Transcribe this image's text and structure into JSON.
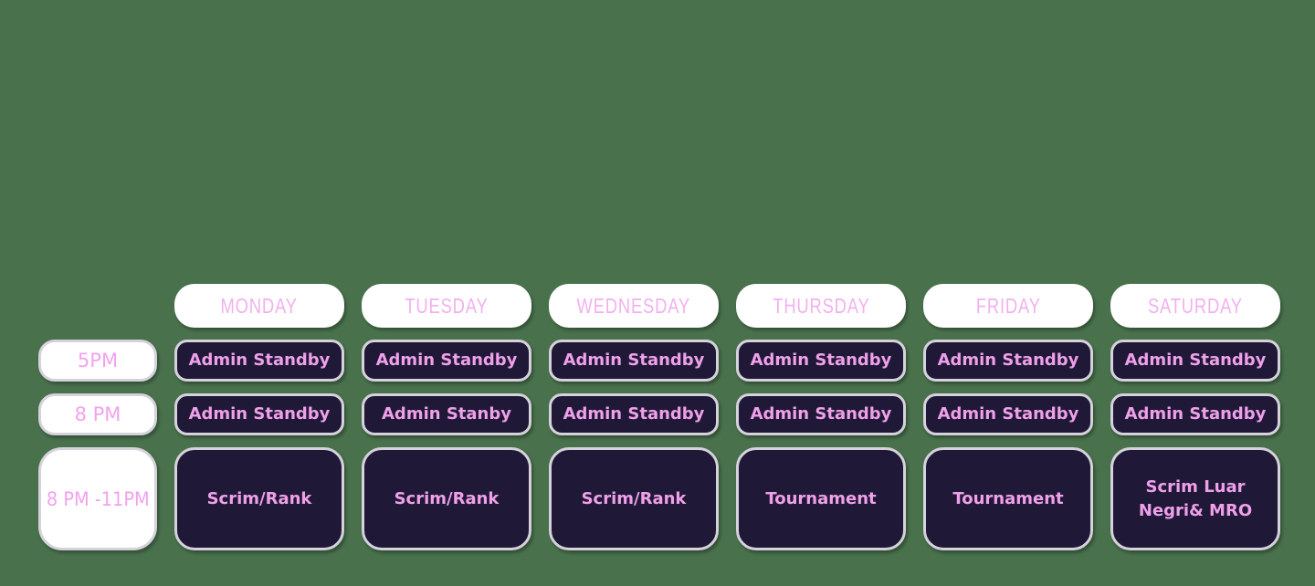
{
  "title": "weekly-schedule",
  "colors": {
    "background": "#48714C",
    "card_dark": "#1F1837",
    "pill_white": "#FFFFFF",
    "pill_border": "#D6D2DC",
    "day_text": "#F2B0EE",
    "time_text": "#F2A2EE",
    "cell_text": "#EFA0E9"
  },
  "schedule": {
    "days": [
      "MONDAY",
      "TUESDAY",
      "WEDNESDAY",
      "THURSDAY",
      "FRIDAY",
      "SATURDAY"
    ],
    "time_slots": [
      "5PM",
      "8 PM",
      "8 PM -11PM"
    ],
    "rows": [
      {
        "time": "5PM",
        "cells": [
          "Admin Standby",
          "Admin Standby",
          "Admin Standby",
          "Admin Standby",
          "Admin Standby",
          "Admin Standby"
        ]
      },
      {
        "time": "8 PM",
        "cells": [
          "Admin Standby",
          "Admin Stanby",
          "Admin Standby",
          "Admin Standby",
          "Admin Standby",
          "Admin Standby"
        ]
      },
      {
        "time": "8 PM -11PM",
        "cells": [
          "Scrim/Rank",
          "Scrim/Rank",
          "Scrim/Rank",
          "Tournament",
          "Tournament",
          "Scrim Luar Negri& MRO"
        ]
      }
    ]
  }
}
